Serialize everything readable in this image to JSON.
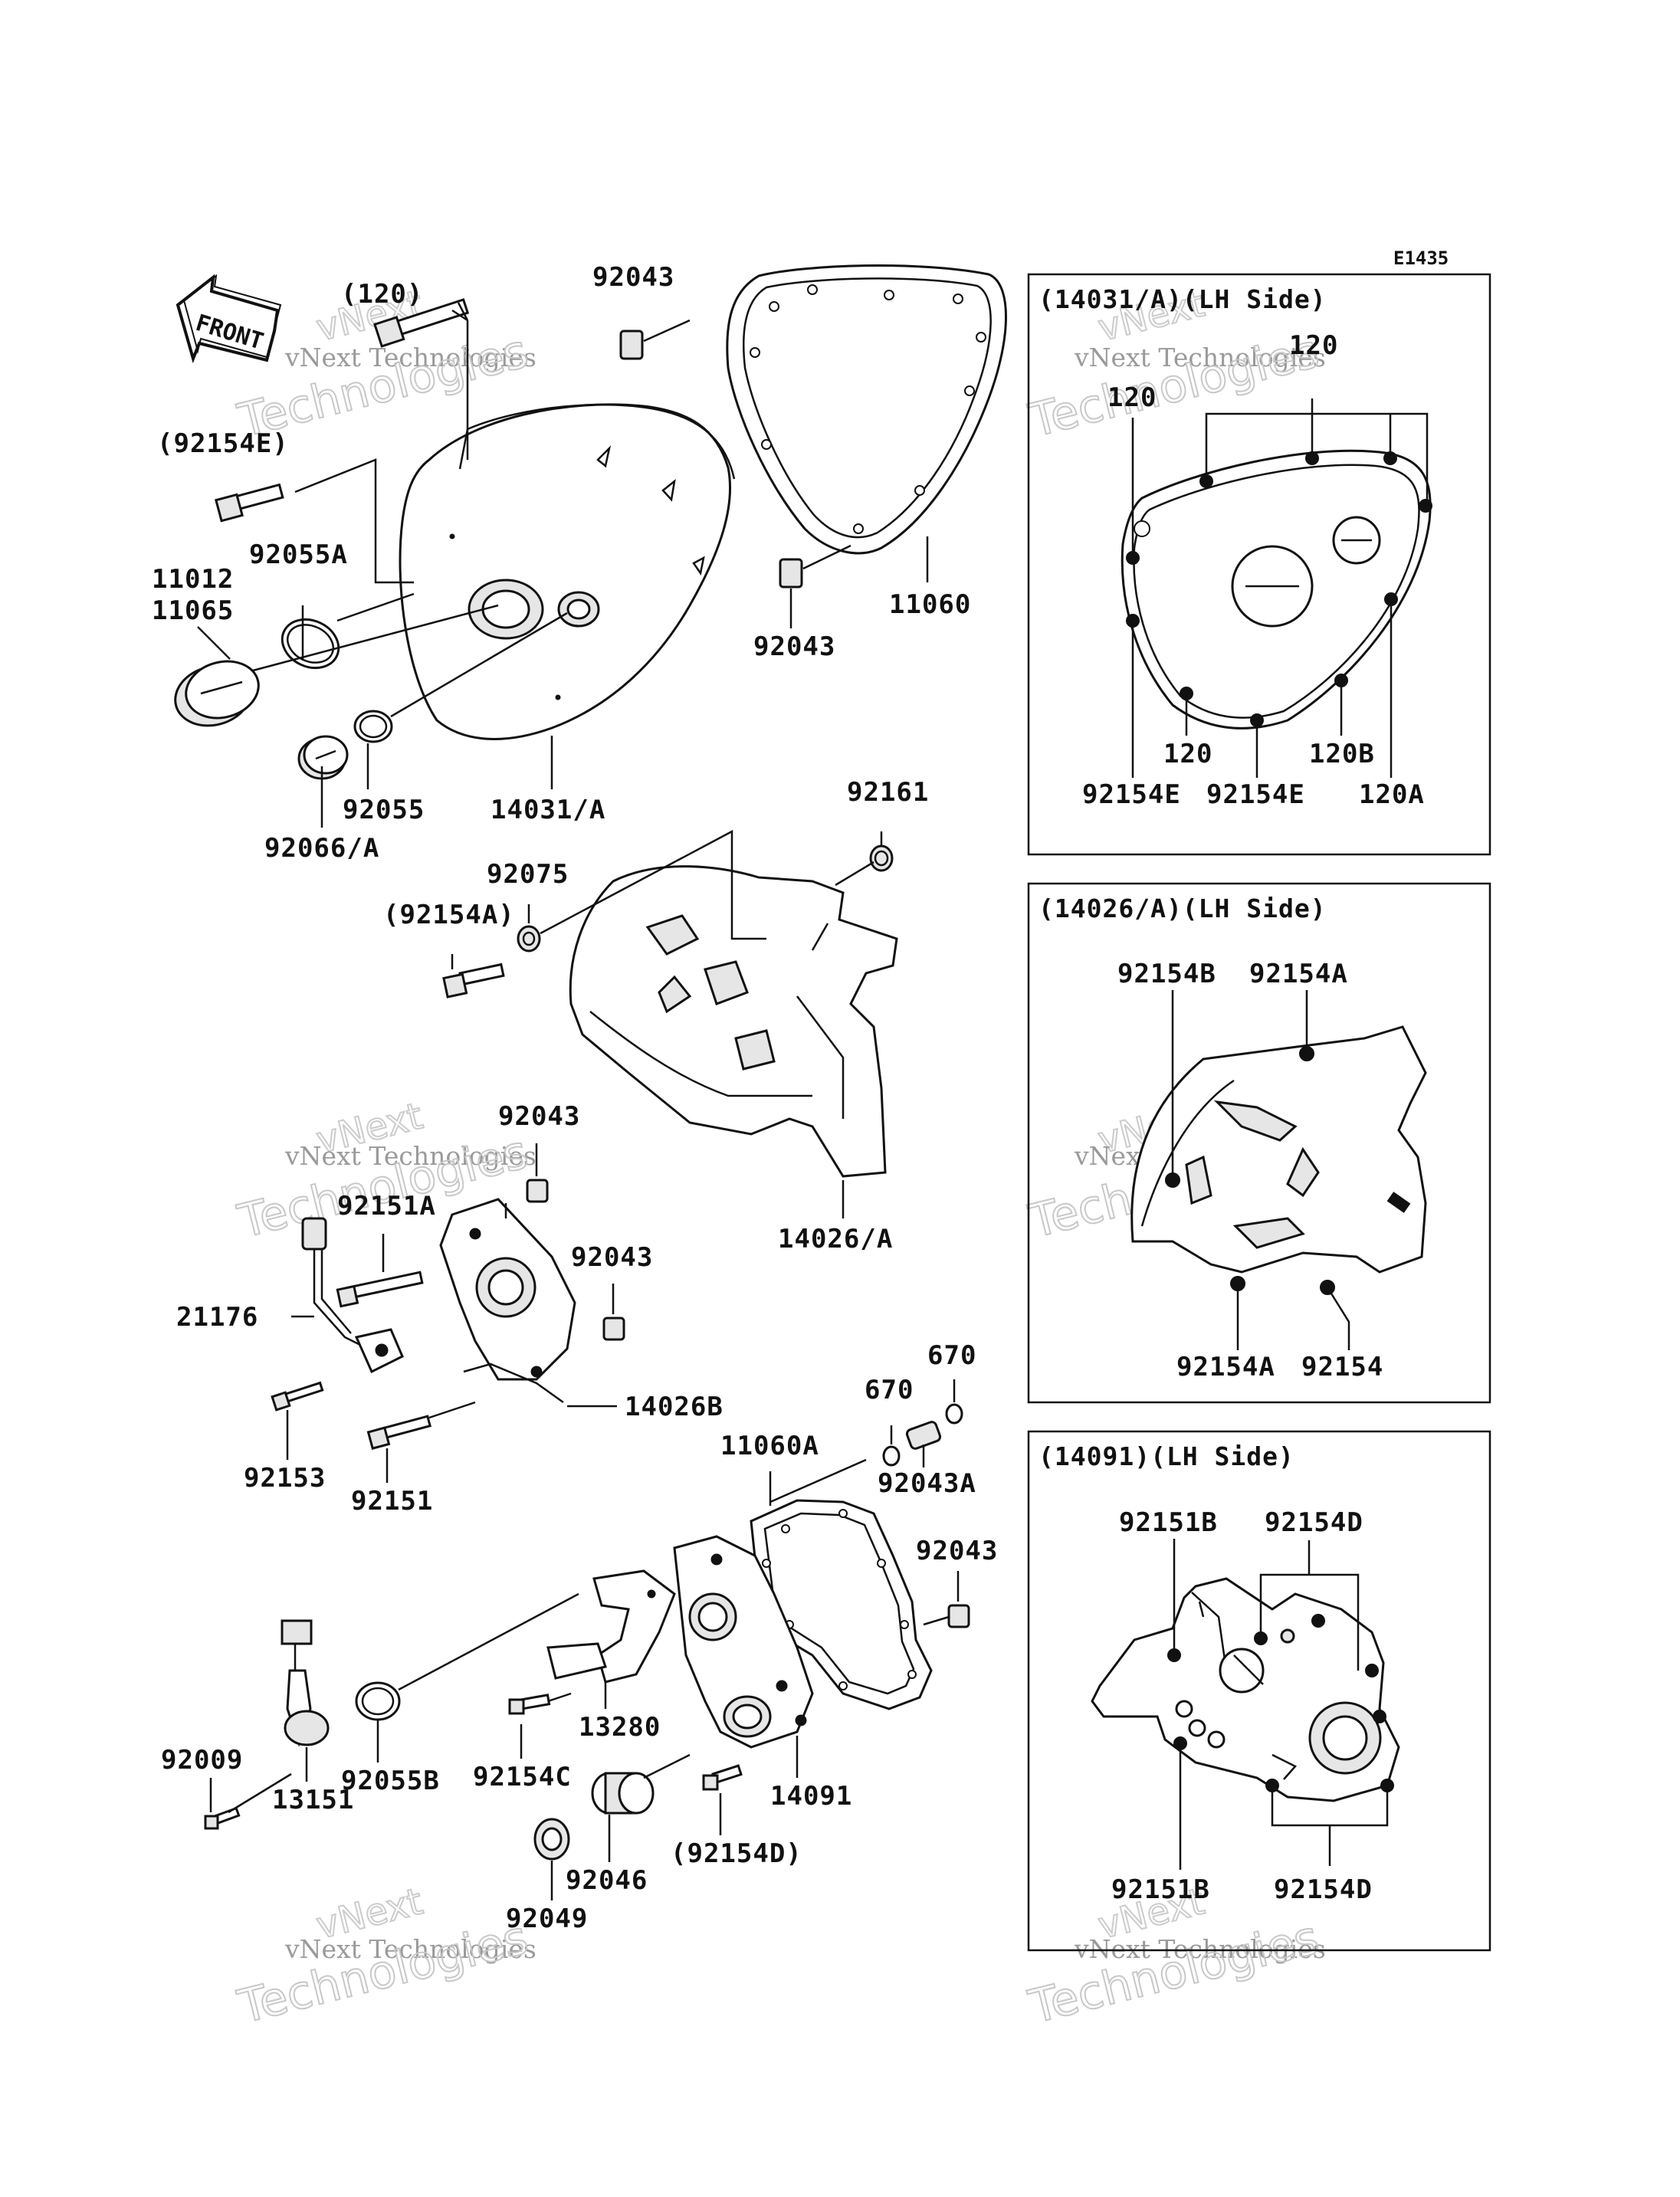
{
  "diagram": {
    "code": "E1435",
    "front_label": "FRONT",
    "watermark": {
      "line1": "vNext Technologies",
      "line2": "Technologies",
      "line3": "vNext"
    },
    "parts": {
      "p120": "(120)",
      "p92154E": "(92154E)",
      "p92055A": "92055A",
      "p11012": "11012",
      "p11065": "11065",
      "p92055": "92055",
      "p92066A": "92066/A",
      "p14031A": "14031/A",
      "p92043_top": "92043",
      "p92043_mid": "92043",
      "p11060": "11060",
      "p92161": "92161",
      "p92075": "92075",
      "p92154A_paren": "(92154A)",
      "p14026A": "14026/A",
      "p92043_c1": "92043",
      "p92151A": "92151A",
      "p92043_c2": "92043",
      "p21176": "21176",
      "p14026B": "14026B",
      "p92153": "92153",
      "p92151": "92151",
      "p670_a": "670",
      "p670_b": "670",
      "p11060A": "11060A",
      "p92043A": "92043A",
      "p92043_d": "92043",
      "p13280": "13280",
      "p92154C": "92154C",
      "p92009": "92009",
      "p92055B": "92055B",
      "p14091": "14091",
      "p92154D_paren": "(92154D)",
      "p13151": "13151",
      "p92046": "92046",
      "p92049": "92049"
    },
    "panels": [
      {
        "title": "(14031/A)(LH Side)",
        "labels": {
          "l120_top": "120",
          "l120_left": "120",
          "l120_bottom": "120",
          "l120B": "120B",
          "l92154E_a": "92154E",
          "l92154E_b": "92154E",
          "l120A": "120A"
        }
      },
      {
        "title": "(14026/A)(LH Side)",
        "labels": {
          "l92154B": "92154B",
          "l92154A_top": "92154A",
          "l92154A_bottom": "92154A",
          "l92154": "92154"
        }
      },
      {
        "title": "(14091)(LH Side)",
        "labels": {
          "l92151B_top": "92151B",
          "l92154D_top": "92154D",
          "l92151B_bottom": "92151B",
          "l92154D_bottom": "92154D"
        }
      }
    ]
  }
}
